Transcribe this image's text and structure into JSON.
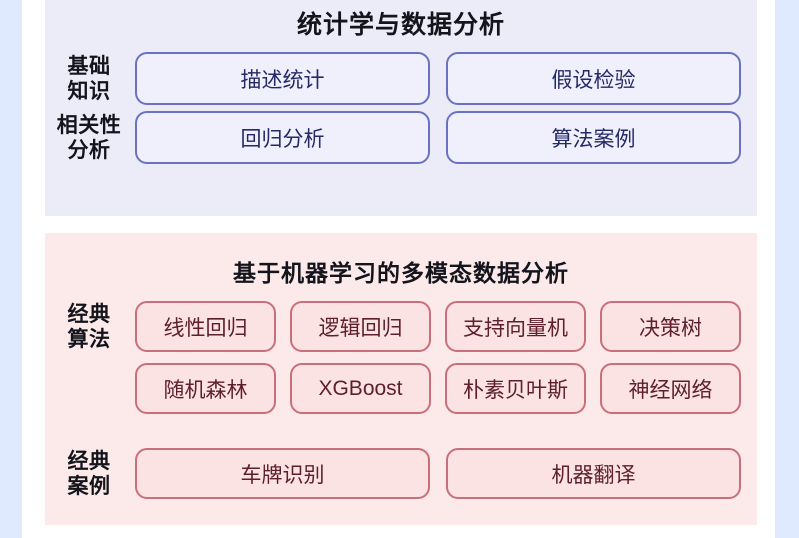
{
  "theme": {
    "edge_strip_color": "#dfeaff",
    "blue_card_bg": "#ececf9",
    "blue_button_border": "#6a70c2",
    "blue_button_text": "#252a66",
    "pink_card_bg": "#fceaea",
    "pink_button_border": "#c86f79",
    "pink_button_text": "#5d1f2a",
    "title_color": "#14151c"
  },
  "sections": [
    {
      "id": "statistics",
      "title": "统计学与数据分析",
      "rows": [
        {
          "label_line1": "基础",
          "label_line2": "知识",
          "items": [
            "描述统计",
            "假设检验"
          ]
        },
        {
          "label_line1": "相关性",
          "label_line2": "分析",
          "items": [
            "回归分析",
            "算法案例"
          ]
        }
      ]
    },
    {
      "id": "machine-learning",
      "title": "基于机器学习的多模态数据分析",
      "rows": [
        {
          "label_line1": "经典",
          "label_line2": "算法",
          "items_row1": [
            "线性回归",
            "逻辑回归",
            "支持向量机",
            "决策树"
          ],
          "items_row2": [
            "随机森林",
            "XGBoost",
            "朴素贝叶斯",
            "神经网络"
          ]
        },
        {
          "label_line1": "经典",
          "label_line2": "案例",
          "items": [
            "车牌识别",
            "机器翻译"
          ]
        }
      ]
    }
  ]
}
